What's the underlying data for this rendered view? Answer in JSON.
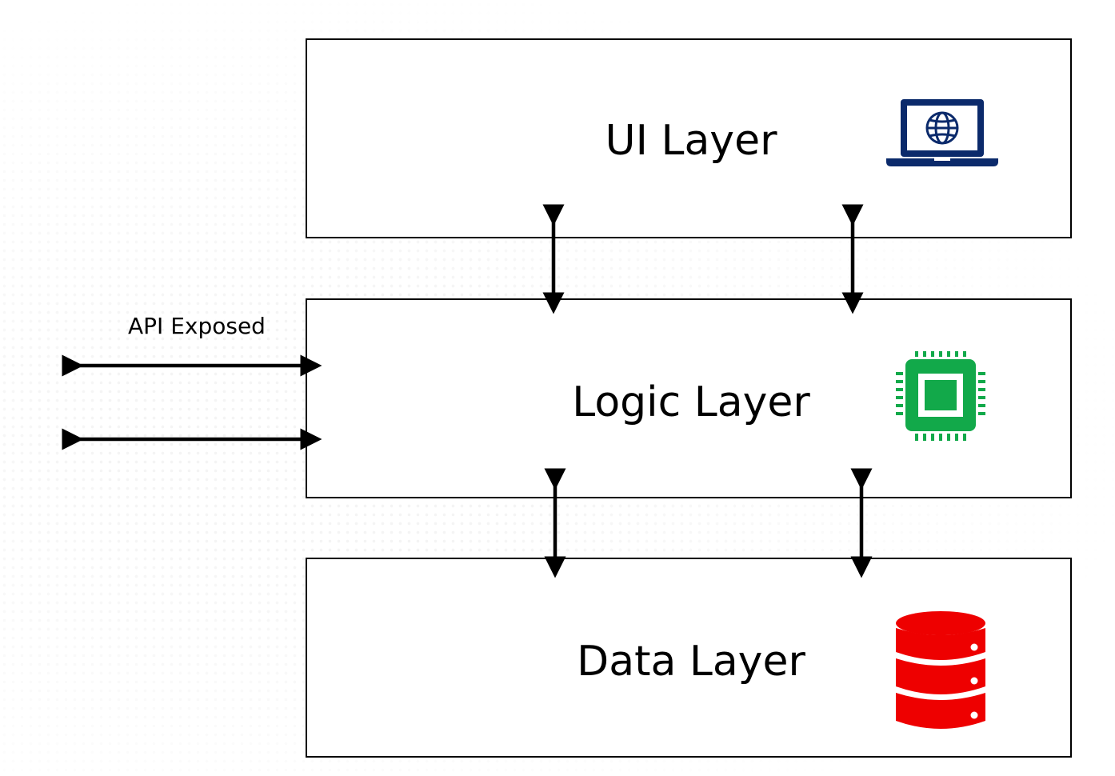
{
  "layers": {
    "ui": {
      "label": "UI Layer",
      "icon": "laptop-globe-icon",
      "icon_color": "#0b2a6b"
    },
    "logic": {
      "label": "Logic Layer",
      "icon": "cpu-chip-icon",
      "icon_color": "#12a94a"
    },
    "data": {
      "label": "Data Layer",
      "icon": "database-icon",
      "icon_color": "#ee0000"
    }
  },
  "api": {
    "label": "API Exposed"
  },
  "colors": {
    "border": "#000000",
    "arrow": "#000000"
  }
}
